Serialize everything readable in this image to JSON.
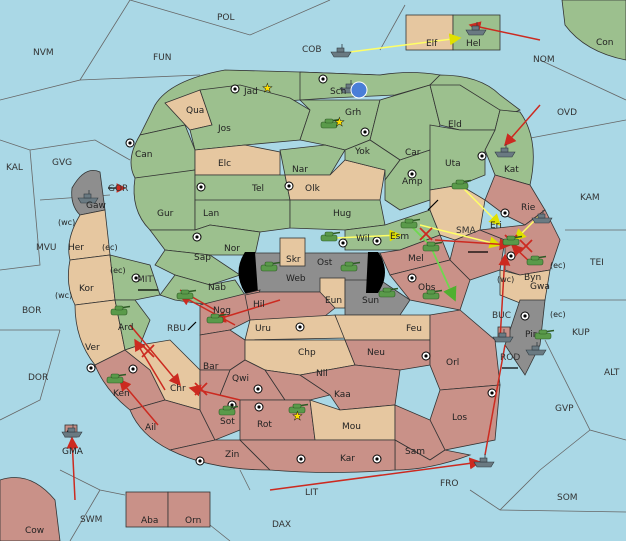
{
  "colors": {
    "sea": "#aad8e6",
    "neutral_land": "#e6c7a0",
    "green_power": "#9cc08e",
    "red_power": "#c99188",
    "gray_power": "#8e8e8e",
    "yellow_order": "#ffff66",
    "red_order": "#cc2a20",
    "green_order": "#6fd850"
  },
  "sea_labels": {
    "pol": "POL",
    "nvm": "NVM",
    "fun": "FUN",
    "cob": "COB",
    "nom": "NOM",
    "ovd": "OVD",
    "kal": "KAL",
    "gvg": "GVG",
    "gor": "GOR",
    "kam": "KAM",
    "sma": "SMA",
    "mvu": "MVU",
    "tei": "TEI",
    "mit": "MIT",
    "bor": "BOR",
    "rbu": "RBU",
    "buc": "BUC",
    "kup": "KUP",
    "dor": "DOR",
    "rod": "ROD",
    "alt": "ALT",
    "gvp": "GVP",
    "swm": "SWM",
    "lit": "LIT",
    "fro": "FRO",
    "som": "SOM",
    "dax": "DAX"
  },
  "land_labels": {
    "elf": "Elf",
    "hel": "Hel",
    "con": "Con",
    "jad": "Jad",
    "sch": "Sch",
    "qua": "Qua",
    "jos": "Jos",
    "grh": "Grh",
    "eld": "Eld",
    "kat": "Kat",
    "can": "Can",
    "yok": "Yok",
    "car": "Car",
    "uta": "Uta",
    "elc": "Elc",
    "nar": "Nar",
    "amp": "Amp",
    "gaw": "Gaw",
    "tel": "Tel",
    "olk": "Olk",
    "gur": "Gur",
    "lan": "Lan",
    "hug": "Hug",
    "rie": "Rie",
    "eri": "Eri",
    "wil": "Wil",
    "esm": "Esm",
    "her": "Her",
    "nor": "Nor",
    "skr": "Skr",
    "ost": "Ost",
    "mel": "Mel",
    "byn": "Byn",
    "sap": "Sap",
    "web": "Web",
    "kor": "Kor",
    "nab": "Nab",
    "obs": "Obs",
    "eun": "Eun",
    "sun": "Sun",
    "gwa": "Gwa",
    "hil": "Hil",
    "nog": "Nog",
    "pir": "Pir",
    "ard": "Ard",
    "uru": "Uru",
    "feu": "Feu",
    "ver": "Ver",
    "chp": "Chp",
    "neu": "Neu",
    "bar": "Bar",
    "qwi": "Qwi",
    "orl": "Orl",
    "nil": "Nil",
    "chr": "Chr",
    "kaa": "Kaa",
    "ken": "Ken",
    "los": "Los",
    "sot": "Sot",
    "rot": "Rot",
    "mou": "Mou",
    "ail": "Ail",
    "sam": "Sam",
    "zin": "Zin",
    "kar": "Kar",
    "gma": "GMA",
    "cow": "Cow",
    "aba": "Aba",
    "orn": "Orn"
  },
  "coast_labels": {
    "wc1": "(wc)",
    "ec1": "(ec)",
    "ec2": "(ec)",
    "wc2": "(wc)",
    "wc3": "(wc)",
    "ec3": "(ec)",
    "ec4": "(ec)"
  },
  "units": [
    {
      "type": "fleet",
      "province": "COB"
    },
    {
      "type": "fleet",
      "province": "Hel"
    },
    {
      "type": "fleet",
      "province": "Sch"
    },
    {
      "type": "army",
      "province": "Grh"
    },
    {
      "type": "fleet",
      "province": "Kat"
    },
    {
      "type": "fleet",
      "province": "Gaw"
    },
    {
      "type": "army",
      "province": "Uta"
    },
    {
      "type": "fleet",
      "province": "Rie"
    },
    {
      "type": "army",
      "province": "Esm"
    },
    {
      "type": "army",
      "province": "Wil"
    },
    {
      "type": "army",
      "province": "Eri"
    },
    {
      "type": "army",
      "province": "Mel"
    },
    {
      "type": "army",
      "province": "Byn"
    },
    {
      "type": "army",
      "province": "Web"
    },
    {
      "type": "army",
      "province": "Ost"
    },
    {
      "type": "army",
      "province": "Sun"
    },
    {
      "type": "army",
      "province": "Obs"
    },
    {
      "type": "army",
      "province": "Nab"
    },
    {
      "type": "army",
      "province": "Nog"
    },
    {
      "type": "army",
      "province": "Ard"
    },
    {
      "type": "army",
      "province": "Ken"
    },
    {
      "type": "army",
      "province": "Sot"
    },
    {
      "type": "army",
      "province": "Rot"
    },
    {
      "type": "fleet",
      "province": "Pir"
    },
    {
      "type": "army",
      "province": "Pir"
    },
    {
      "type": "fleet",
      "province": "ROD"
    },
    {
      "type": "fleet",
      "province": "FRO"
    },
    {
      "type": "fleet",
      "province": "GMA"
    }
  ]
}
